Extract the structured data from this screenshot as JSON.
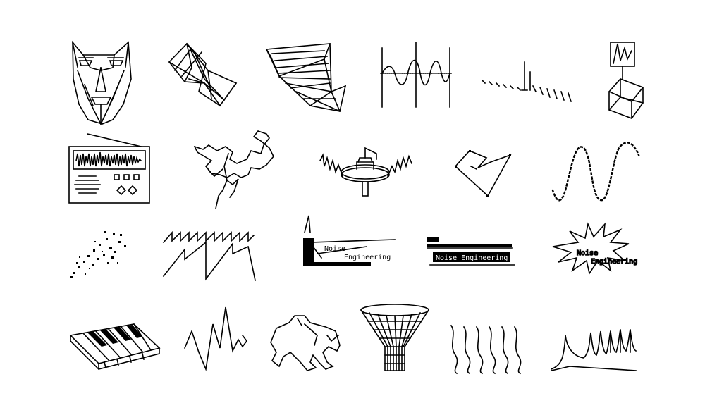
{
  "sheet": {
    "background": "#ffffff",
    "ink": "#000000",
    "logo_text": {
      "t1_line1": "Noise",
      "t1_line2": "Engineering",
      "t2": "Noise Engineering",
      "t3_line1": "Noise",
      "t3_line2": "Engineering"
    },
    "icons": [
      "cat-face-icon",
      "twisted-ribbon-icon",
      "folded-plane-icon",
      "oscilloscope-icon",
      "impulse-train-icon",
      "waveform-cube-icon",
      "radio-icon",
      "random-walk-icon",
      "turntable-icon",
      "polygon-path-icon",
      "dotted-sine-icon",
      "noise-cloud-icon",
      "sawtooth-icon",
      "logo-glitch-1",
      "logo-glitch-2",
      "logo-starburst",
      "piano-keys-icon",
      "zigzag-icon",
      "frog-icon",
      "funnel-icon",
      "wavy-strands-icon",
      "resonant-peaks-icon"
    ]
  }
}
